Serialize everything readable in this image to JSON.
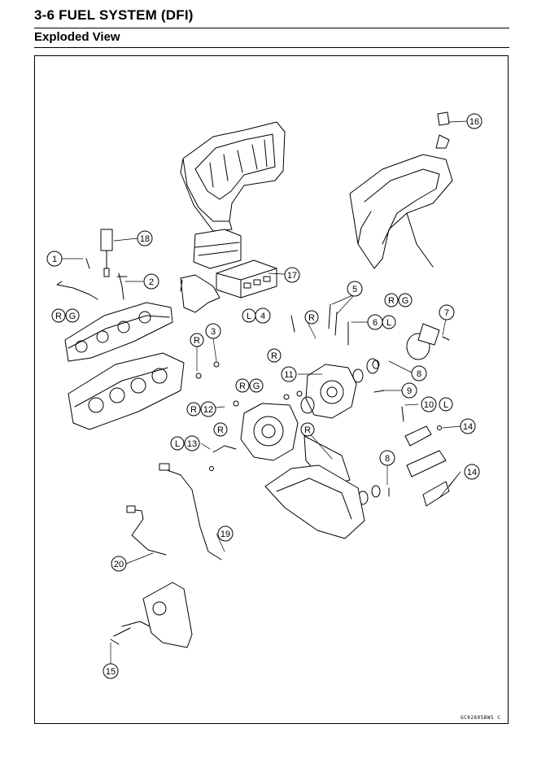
{
  "header": {
    "section_title": "3-6 FUEL SYSTEM (DFI)",
    "subtitle": "Exploded View"
  },
  "figure": {
    "code": "GC02695BW5 C",
    "callouts": [
      {
        "id": "c1",
        "text": "1"
      },
      {
        "id": "c2",
        "text": "2"
      },
      {
        "id": "c3",
        "text": "3"
      },
      {
        "id": "c4",
        "text": "4"
      },
      {
        "id": "c5",
        "text": "5"
      },
      {
        "id": "c6",
        "text": "6"
      },
      {
        "id": "c7",
        "text": "7"
      },
      {
        "id": "c8a",
        "text": "8"
      },
      {
        "id": "c8b",
        "text": "8"
      },
      {
        "id": "c9",
        "text": "9"
      },
      {
        "id": "c10",
        "text": "10"
      },
      {
        "id": "c11",
        "text": "11"
      },
      {
        "id": "c12",
        "text": "12"
      },
      {
        "id": "c13",
        "text": "13"
      },
      {
        "id": "c14a",
        "text": "14"
      },
      {
        "id": "c14b",
        "text": "14"
      },
      {
        "id": "c15",
        "text": "15"
      },
      {
        "id": "c16",
        "text": "16"
      },
      {
        "id": "c17",
        "text": "17"
      },
      {
        "id": "c18",
        "text": "18"
      },
      {
        "id": "c19",
        "text": "19"
      },
      {
        "id": "c20",
        "text": "20"
      }
    ],
    "letter_marks": [
      {
        "id": "m1",
        "text": "R"
      },
      {
        "id": "m2",
        "text": "G"
      },
      {
        "id": "m3",
        "text": "R"
      },
      {
        "id": "m4",
        "text": "L"
      },
      {
        "id": "m5",
        "text": "R"
      },
      {
        "id": "m6",
        "text": "R"
      },
      {
        "id": "m7",
        "text": "G"
      },
      {
        "id": "m8",
        "text": "R"
      },
      {
        "id": "m9",
        "text": "G"
      },
      {
        "id": "m10",
        "text": "L"
      },
      {
        "id": "m11",
        "text": "R"
      },
      {
        "id": "m12",
        "text": "R"
      },
      {
        "id": "m13",
        "text": "R"
      },
      {
        "id": "m14",
        "text": "L"
      },
      {
        "id": "m15",
        "text": "L"
      },
      {
        "id": "m16",
        "text": "R"
      }
    ]
  }
}
